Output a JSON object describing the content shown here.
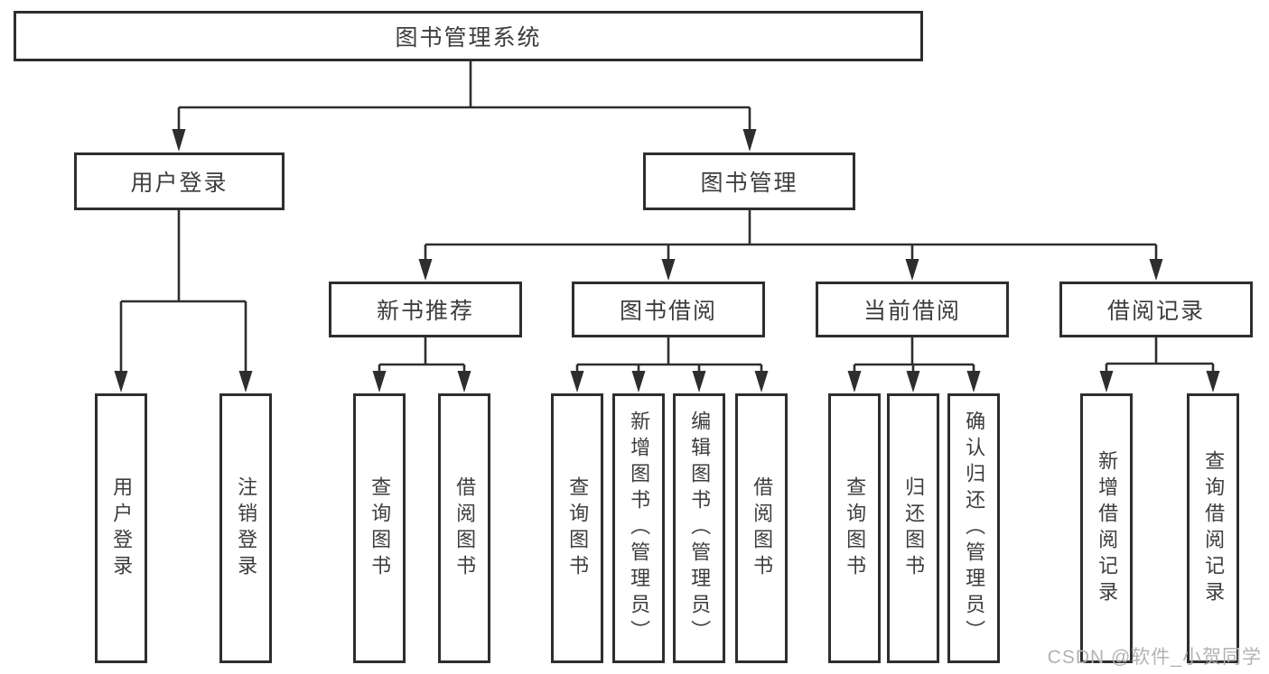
{
  "colors": {
    "line": "#2e2e2e",
    "box_border": "#2e2e2e",
    "text": "#3d3d3d",
    "watermark": "#b3b3b3",
    "background": "#ffffff"
  },
  "watermark": {
    "text": "CSDN @软件_小贺同学"
  },
  "tree": {
    "root": {
      "label": "图书管理系统"
    },
    "branches": [
      {
        "label": "用户登录",
        "children": [
          {
            "label": "用户登录"
          },
          {
            "label": "注销登录"
          }
        ]
      },
      {
        "label": "图书管理",
        "children": [
          {
            "label": "新书推荐",
            "children": [
              {
                "label": "查询图书"
              },
              {
                "label": "借阅图书"
              }
            ]
          },
          {
            "label": "图书借阅",
            "children": [
              {
                "label": "查询图书"
              },
              {
                "label": "新增图书（管理员）"
              },
              {
                "label": "编辑图书（管理员）"
              },
              {
                "label": "借阅图书"
              }
            ]
          },
          {
            "label": "当前借阅",
            "children": [
              {
                "label": "查询图书"
              },
              {
                "label": "归还图书"
              },
              {
                "label": "确认归还（管理员）"
              }
            ]
          },
          {
            "label": "借阅记录",
            "children": [
              {
                "label": "新增借阅记录"
              },
              {
                "label": "查询借阅记录"
              }
            ]
          }
        ]
      }
    ]
  }
}
